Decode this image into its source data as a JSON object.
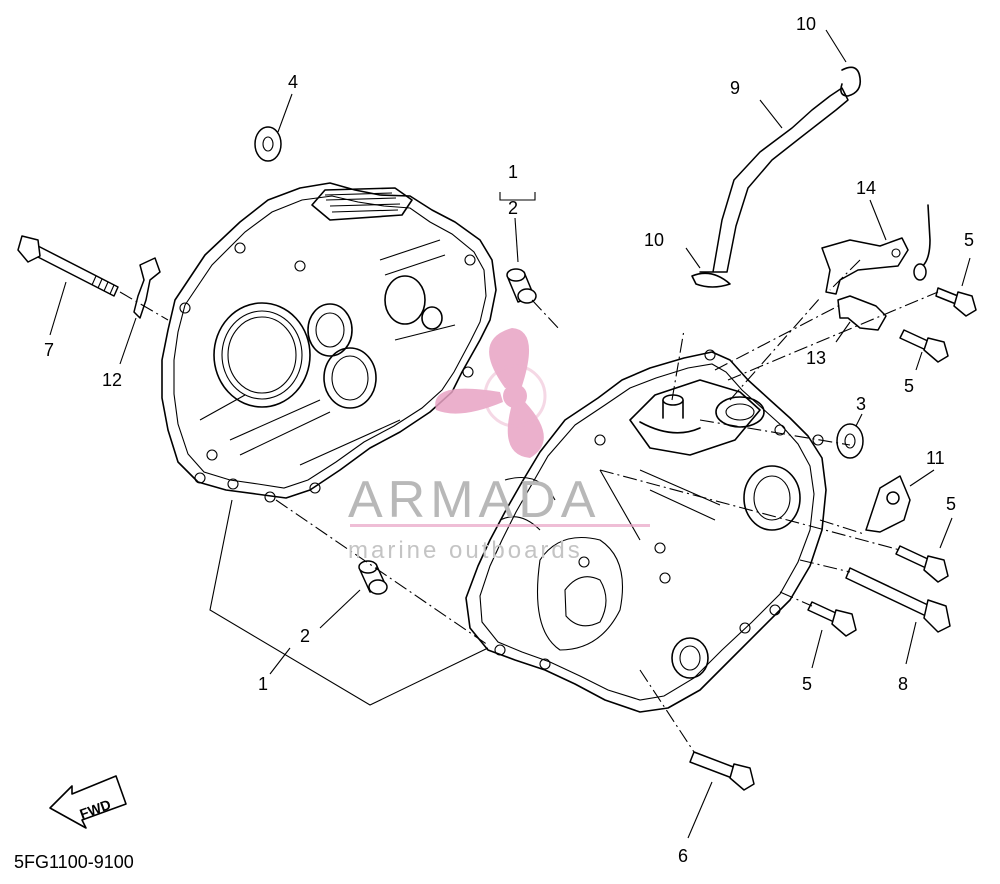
{
  "diagram": {
    "code": "5FG1100-9100",
    "fwd_label": "FWD",
    "callouts": {
      "n1_top": "1",
      "n2_top": "2",
      "n4": "4",
      "n7": "7",
      "n12": "12",
      "n2_bot": "2",
      "n1_bot": "1",
      "n10_top": "10",
      "n9": "9",
      "n10_mid": "10",
      "n14": "14",
      "n5_a": "5",
      "n13": "13",
      "n5_b": "5",
      "n3": "3",
      "n11": "11",
      "n5_c": "5",
      "n5_d": "5",
      "n8": "8",
      "n6": "6"
    }
  },
  "watermark": {
    "brand": "ARMADA",
    "tagline": "marine outboards",
    "color": "#e8a3c4"
  }
}
